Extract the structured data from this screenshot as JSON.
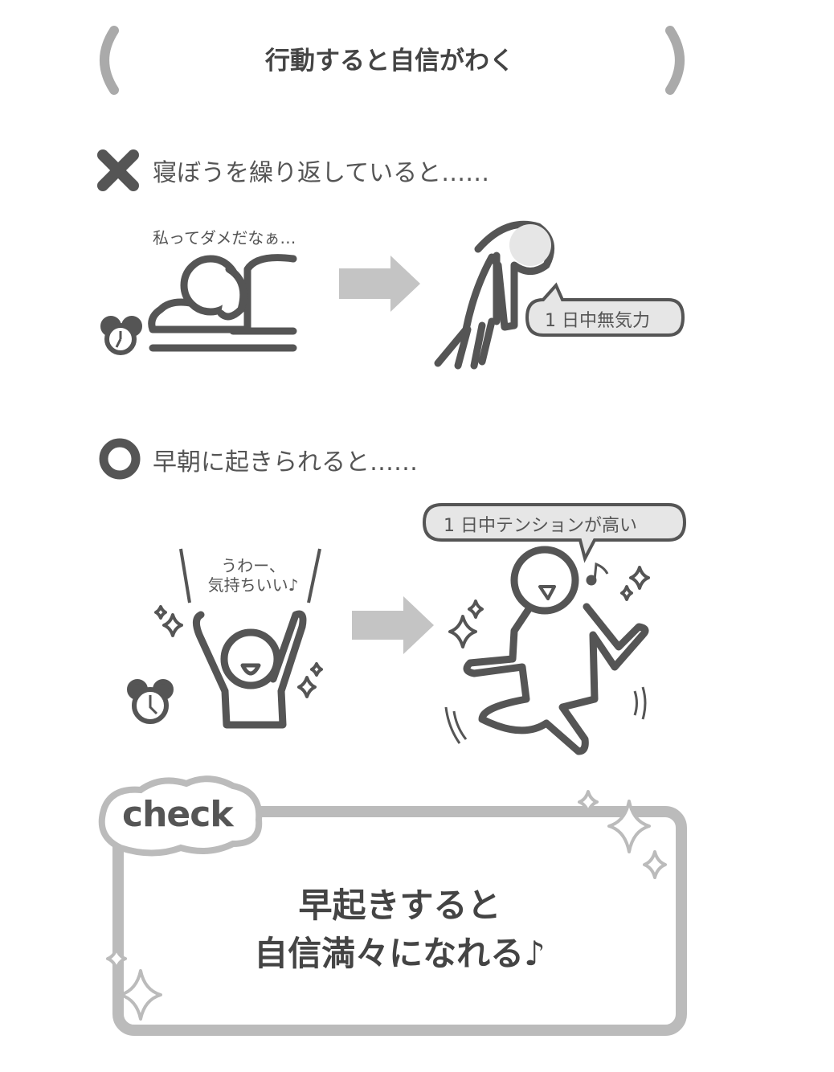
{
  "title": "行動すると自信がわく",
  "bad_case": {
    "heading": "寝ぼうを繰り返していると……",
    "thought": "私ってダメだなぁ…",
    "result_bubble": "1 日中無気力"
  },
  "good_case": {
    "heading": "早朝に起きられると……",
    "exclaim_line1": "うわー、",
    "exclaim_line2": "気持ちいい♪",
    "result_bubble": "1 日中テンションが高い"
  },
  "check": {
    "label": "check",
    "line1": "早起きすると",
    "line2": "自信満々になれる♪"
  },
  "colors": {
    "ink": "#555555",
    "light_gray": "#bbbbbb",
    "arrow": "#c4c4c4",
    "bubble_fill": "#e6e6e6"
  }
}
